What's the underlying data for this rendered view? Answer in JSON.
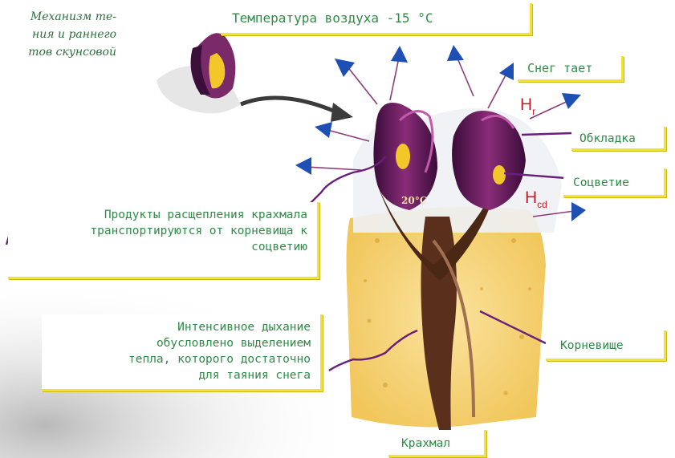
{
  "intro_text": [
    "Механизм те-",
    "ния и раннего",
    "тов скунсовой"
  ],
  "labels": {
    "air_temp": "Температура воздуха -15 °С",
    "snow_melts": "Снег тает",
    "spathe": "Обкладка",
    "inflorescence": "Соцветие",
    "starch_products": [
      "Продукты расщепления крахмала",
      "транспортируются от корневища к",
      "соцветию"
    ],
    "respiration": [
      "Интенсивное дыхание",
      "обусловлено выделением",
      "тепла, которого достаточно",
      "для таяния снега"
    ],
    "rhizome": "Корневище",
    "starch": "Крахмал",
    "plant_temp": "20°С"
  },
  "symbols": {
    "hr": {
      "main": "H",
      "sub": "r"
    },
    "hcd": {
      "main": "H",
      "sub": "cd"
    }
  },
  "colors": {
    "arrow": "#1e4fb5",
    "line": "#6a1f7a",
    "label_text": "#2e8c46",
    "label_border": "#f2e238",
    "h_symbol": "#c3202a"
  }
}
